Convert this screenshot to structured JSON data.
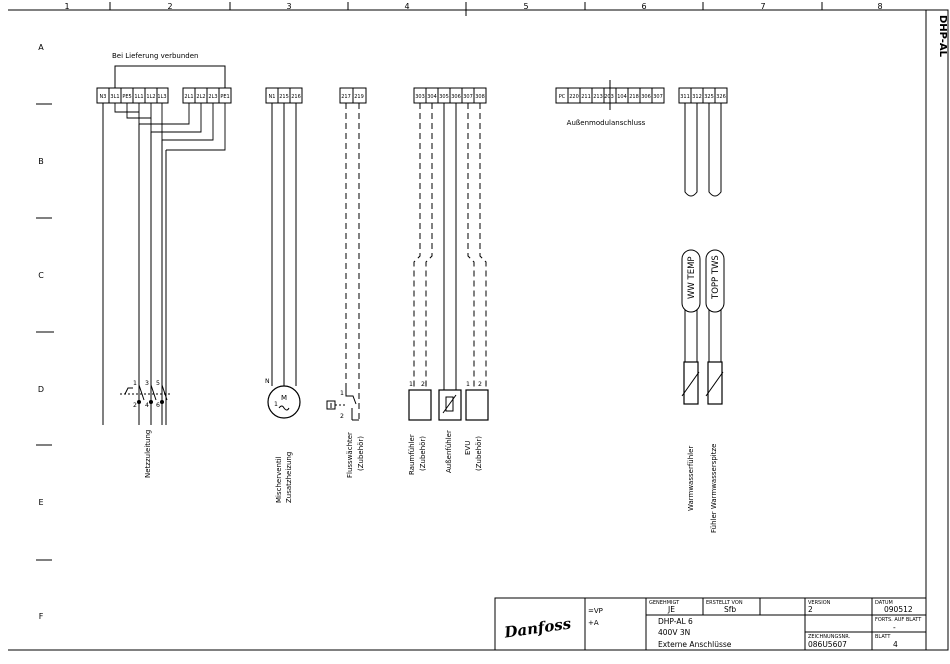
{
  "sheet_title": "DHP-AL",
  "grid": {
    "columns": [
      "1",
      "2",
      "3",
      "4",
      "5",
      "6",
      "7",
      "8"
    ],
    "rows": [
      "A",
      "B",
      "C",
      "D",
      "E",
      "F"
    ]
  },
  "bridge_label": "Bei Lieferung verbunden",
  "terminal_blocks": {
    "mains_left": [
      "N3",
      "3L1",
      "PE5",
      "1L1",
      "1L2",
      "1L3"
    ],
    "mains_right": [
      "2L1",
      "2L2",
      "2L3",
      "PE1"
    ],
    "mixer": [
      "N1",
      "215",
      "216"
    ],
    "flow": [
      "217",
      "219"
    ],
    "sensors": [
      "303",
      "304",
      "305",
      "306",
      "307",
      "308"
    ],
    "outdoor_module": [
      "PC",
      "220",
      "211",
      "213",
      "203",
      "104",
      "218",
      "306",
      "307"
    ],
    "hot_water": [
      "311",
      "312",
      "325",
      "326"
    ]
  },
  "outdoor_module_label": "Außenmodulanschluss",
  "sensor_tags": {
    "ww_temp": "WW TEMP",
    "topp_tws": "TOPP TWS"
  },
  "symbol_marks": {
    "switch_pins": [
      "1",
      "3",
      "5",
      "2",
      "4",
      "6"
    ],
    "motor_n": "N",
    "motor_m": "M",
    "motor_phase": "1",
    "flow_pins": [
      "1",
      "2"
    ],
    "sensor_pins": [
      "1",
      "2"
    ]
  },
  "device_labels": {
    "netzzuleitung": "Netzzuleitung",
    "mischerventil": "Mischerventil",
    "zusatzheizung": "Zusatzheizung",
    "flusswaechter": "Flusswächter",
    "flusswaechter_z": "(Zubehör)",
    "raumfuehler": "Raumfühler",
    "raumfuehler_z": "(Zubehör)",
    "aussenfuehler": "Außenfühler",
    "evu": "EVU",
    "evu_z": "(Zubehör)",
    "warmwasserfuehler": "Warmwasserfühler",
    "fuehler_ww_spitze": "Fühler Warmwasserspitze"
  },
  "title_block": {
    "logo": "Danfoss",
    "ref1": "=VP",
    "ref2": "+A",
    "genehmigt_label": "GENEHMIGT",
    "genehmigt_value": "JE",
    "erstellt_label": "ERSTELLT VON",
    "erstellt_value": "Sfb",
    "version_label": "VERSION",
    "version_value": "2",
    "datum_label": "DATUM",
    "datum_value": "090512",
    "fortsetzung_label": "FORTS. AUF BLATT",
    "fortsetzung_value": "-",
    "desc1": "DHP-AL 6",
    "desc2": "400V 3N",
    "desc3": "Externe Anschlüsse",
    "zeichnung_label": "ZEICHNUNGSNR.",
    "zeichnung_value": "086U5607",
    "blatt_label": "BLATT",
    "blatt_value": "4"
  }
}
